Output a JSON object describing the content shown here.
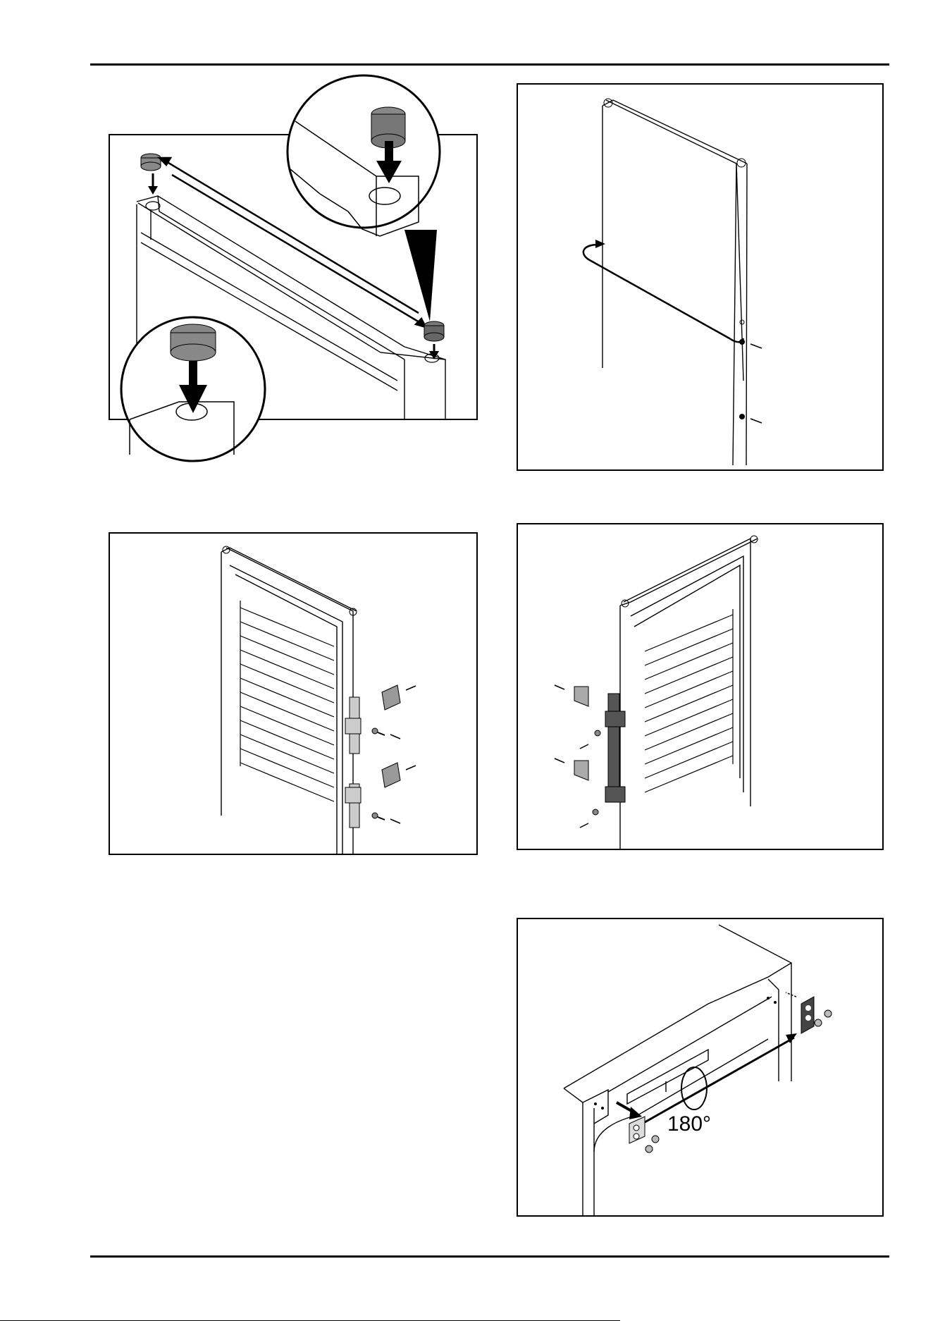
{
  "page": {
    "figures": [
      {
        "id": "fig-top-cover-caps"
      },
      {
        "id": "fig-door-handle-rotate"
      },
      {
        "id": "fig-door-hinge-covers-remove"
      },
      {
        "id": "fig-door-hinge-covers-refit"
      },
      {
        "id": "fig-top-hinge-swap",
        "rotation_label": "180°"
      }
    ]
  }
}
